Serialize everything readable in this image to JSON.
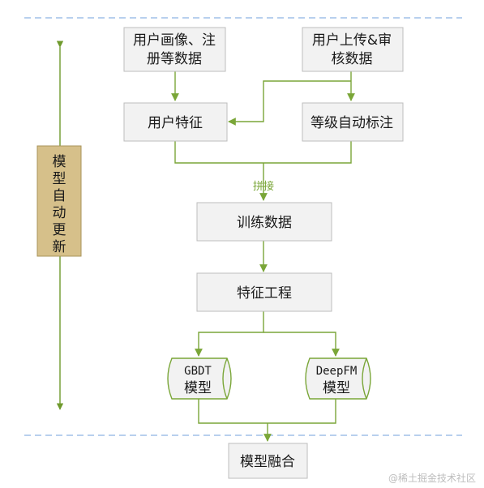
{
  "colors": {
    "box_fill": "#f2f2f2",
    "box_border": "#bdbdbd",
    "connector": "#7aa638",
    "dashed_line": "#8eb4e3",
    "side_panel_fill": "#d6c08a",
    "side_panel_border": "#a8935a",
    "text": "#1a1a1a",
    "merge_label": "#7aa638",
    "watermark": "#bdbdbd"
  },
  "diagram": {
    "side_label": [
      "模",
      "型",
      "自",
      "动",
      "更",
      "新"
    ],
    "nodes": {
      "user_profile": [
        "用户画像、注",
        "册等数据"
      ],
      "user_upload": [
        "用户上传&审",
        "核数据"
      ],
      "user_features": "用户特征",
      "auto_label": "等级自动标注",
      "merge_label": "拼接",
      "training_data": "训练数据",
      "feature_engineering": "特征工程",
      "gbdt": [
        "GBDT",
        "模型"
      ],
      "deepfm": [
        "DeepFM",
        "模型"
      ],
      "model_fusion": "模型融合"
    }
  },
  "watermark": "@稀土掘金技术社区"
}
